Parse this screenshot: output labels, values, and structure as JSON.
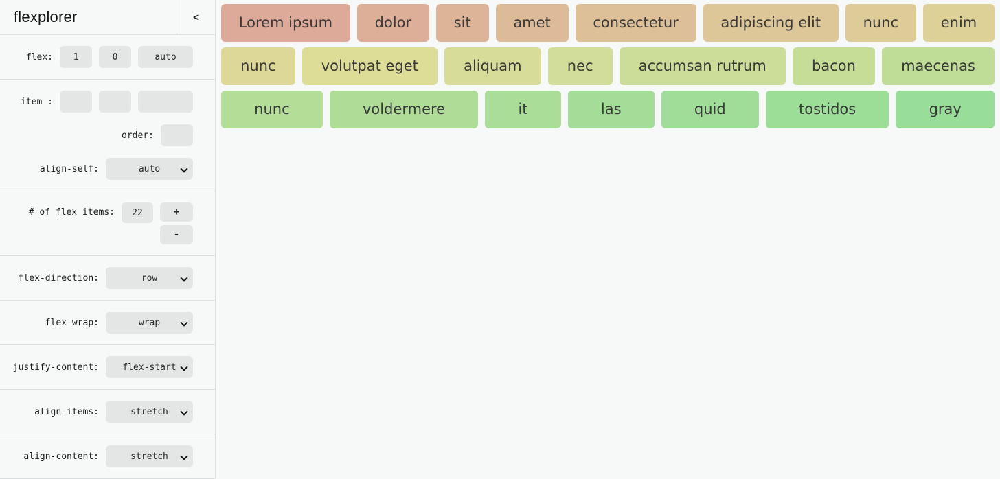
{
  "app": {
    "title": "flexplorer",
    "collapse_icon": "<"
  },
  "sidebar": {
    "flex_row": {
      "label": "flex:",
      "grow": "1",
      "shrink": "0",
      "basis": "auto"
    },
    "item_row": {
      "label": "item :",
      "grow": "",
      "shrink": "",
      "basis": ""
    },
    "order_row": {
      "label": "order:",
      "value": ""
    },
    "align_self_row": {
      "label": "align-self:",
      "value": "auto"
    },
    "count_row": {
      "label": "# of flex items:",
      "value": "22",
      "increment_label": "+",
      "decrement_label": "-"
    },
    "selects": [
      {
        "id": "flex-direction",
        "label": "flex-direction:",
        "value": "row"
      },
      {
        "id": "flex-wrap",
        "label": "flex-wrap:",
        "value": "wrap"
      },
      {
        "id": "justify-content",
        "label": "justify-content:",
        "value": "flex-start"
      },
      {
        "id": "align-items",
        "label": "align-items:",
        "value": "stretch"
      },
      {
        "id": "align-content",
        "label": "align-content:",
        "value": "stretch"
      }
    ]
  },
  "flex_items": {
    "saturation": "50%",
    "lightness": "73%",
    "rows": [
      [
        {
          "label": "Lorem ipsum",
          "hue": 15
        },
        {
          "label": "dolor",
          "hue": 20
        },
        {
          "label": "sit",
          "hue": 25
        },
        {
          "label": "amet",
          "hue": 30
        },
        {
          "label": "consectetur",
          "hue": 35
        },
        {
          "label": "adipiscing elit",
          "hue": 40
        },
        {
          "label": "nunc",
          "hue": 45
        },
        {
          "label": "enim",
          "hue": 50
        }
      ],
      [
        {
          "label": "nunc",
          "hue": 55
        },
        {
          "label": "volutpat eget",
          "hue": 60
        },
        {
          "label": "aliquam",
          "hue": 65
        },
        {
          "label": "nec",
          "hue": 70
        },
        {
          "label": "accumsan rutrum",
          "hue": 75
        },
        {
          "label": "bacon",
          "hue": 80
        },
        {
          "label": "maecenas",
          "hue": 85
        }
      ],
      [
        {
          "label": "nunc",
          "hue": 95
        },
        {
          "label": "voldermere",
          "hue": 100
        },
        {
          "label": "it",
          "hue": 105
        },
        {
          "label": "las",
          "hue": 110
        },
        {
          "label": "quid",
          "hue": 113
        },
        {
          "label": "tostidos",
          "hue": 116
        },
        {
          "label": "gray",
          "hue": 120
        }
      ]
    ]
  },
  "colors": {
    "page_bg": "#f7f8f8",
    "divider": "#dcdfdf",
    "control_bg": "#e4e6e6",
    "first_item": "#dfac9e",
    "last_item": "#96d996",
    "item_text": "#3a3a3a"
  }
}
